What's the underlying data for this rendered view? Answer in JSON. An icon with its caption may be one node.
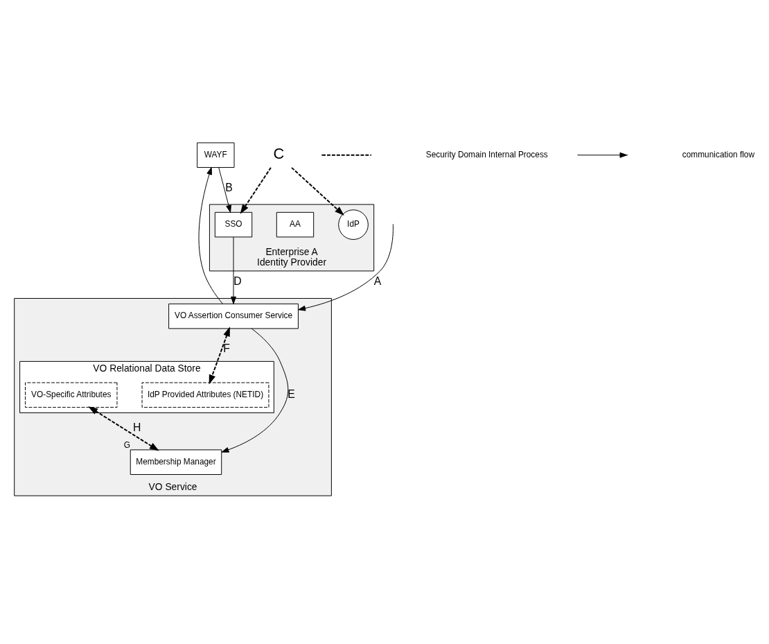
{
  "diagram": {
    "nodes": [
      {
        "text": [
          "WAYF"
        ]
      },
      {
        "text": [
          "Enterprise A",
          "Identity Provider"
        ]
      },
      {
        "text": [
          "IdP"
        ],
        "in": 1
      },
      {
        "text": [
          "AA"
        ],
        "in": 1
      },
      {
        "text": [
          "SSO"
        ],
        "in": 1
      },
      {
        "text": [
          "VO Service"
        ]
      },
      {
        "text": [
          "VO Assertion Consumer Service"
        ],
        "in": 5
      },
      {
        "text": [
          "VO Relational Data Store"
        ],
        "in": 5
      },
      {
        "text": [
          "IdP Provided Attributes (NETID)"
        ],
        "in": 7
      },
      {
        "text": [
          "VO-Specific Attributes"
        ],
        "in": 7
      },
      {
        "text": [
          "Membership Manager"
        ],
        "in": 5,
        "beside": [
          "G"
        ]
      },
      {
        "text": [
          "C"
        ]
      }
    ],
    "edges": [
      {
        "from": null,
        "to": 6,
        "arrow": "to",
        "label": "A"
      },
      {
        "from": 6,
        "to": 0,
        "arrow": "to"
      },
      {
        "from": 0,
        "to": 4,
        "arrow": "to",
        "label": "B"
      },
      {
        "from": 11,
        "to": 2,
        "arrow": "to",
        "style": "dashed"
      },
      {
        "from": 11,
        "to": 4,
        "arrow": "to",
        "style": "dashed"
      },
      {
        "from": 4,
        "to": 6,
        "arrow": "to",
        "label": "D"
      },
      {
        "from": 6,
        "to": 10,
        "arrow": "to",
        "label": "E"
      },
      {
        "from": 6,
        "to": 8,
        "arrow": "both",
        "style": "dashed",
        "label": "F"
      },
      {
        "from": 9,
        "to": 10,
        "arrow": "both",
        "style": "dashed",
        "label": "H"
      }
    ],
    "legend": [
      {
        "text": "Security Domain Internal Process"
      },
      {
        "text": "communication flow"
      }
    ]
  }
}
